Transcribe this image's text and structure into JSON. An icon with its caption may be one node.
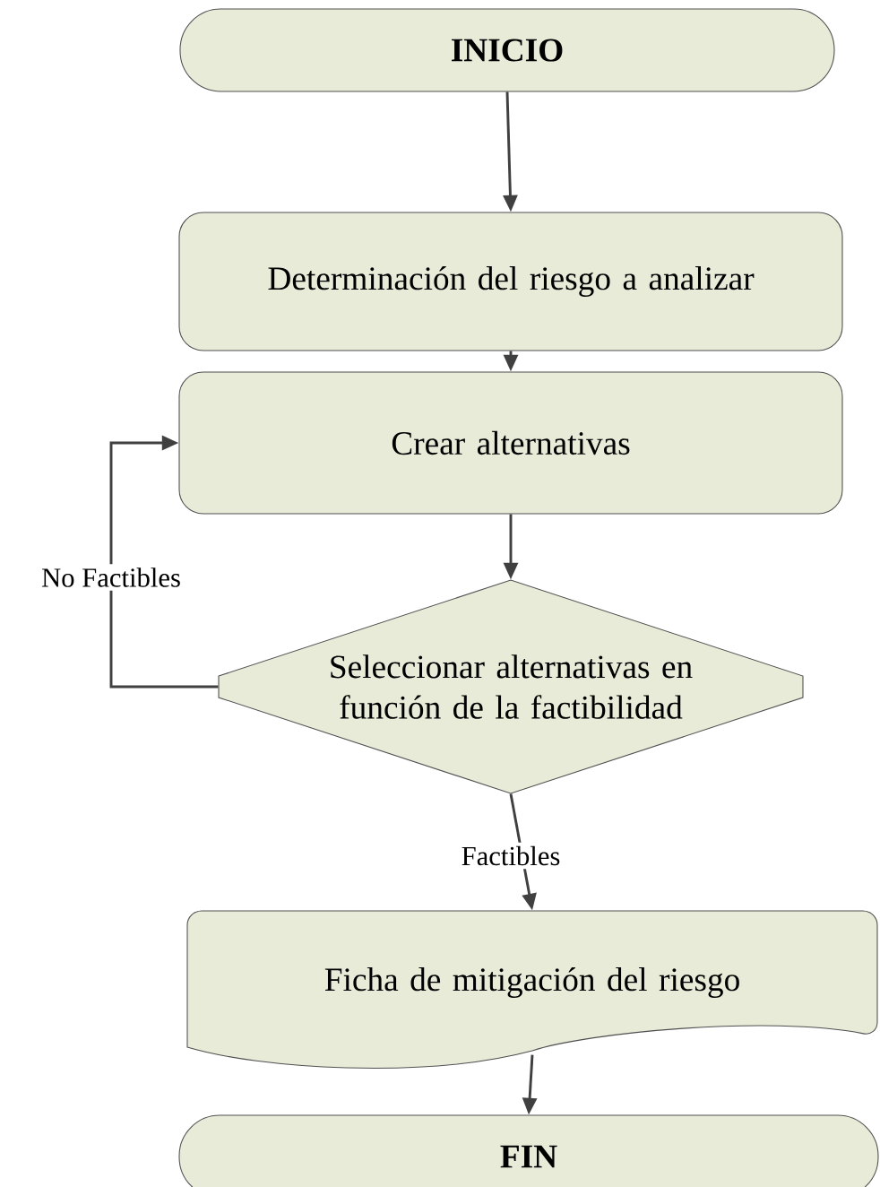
{
  "diagram": {
    "nodes": [
      {
        "text": [
          "INICIO"
        ]
      },
      {
        "text": [
          "Determinación del riesgo a analizar"
        ]
      },
      {
        "text": [
          "Crear alternativas"
        ]
      },
      {
        "text": [
          "Seleccionar alternativas en función de la factibilidad"
        ]
      },
      {
        "text": [
          "Ficha de mitigación del riesgo"
        ]
      },
      {
        "text": [
          "FIN"
        ]
      }
    ],
    "edges": [
      {
        "from": 0,
        "to": 1,
        "arrow": "to"
      },
      {
        "from": 1,
        "to": 2,
        "arrow": "to"
      },
      {
        "from": 2,
        "to": 3,
        "arrow": "to"
      },
      {
        "from": 3,
        "to": 2,
        "arrow": "to",
        "label": "No Factibles"
      },
      {
        "from": 3,
        "to": 4,
        "arrow": "to",
        "label": "Factibles"
      },
      {
        "from": 4,
        "to": 5,
        "arrow": "to"
      }
    ]
  }
}
